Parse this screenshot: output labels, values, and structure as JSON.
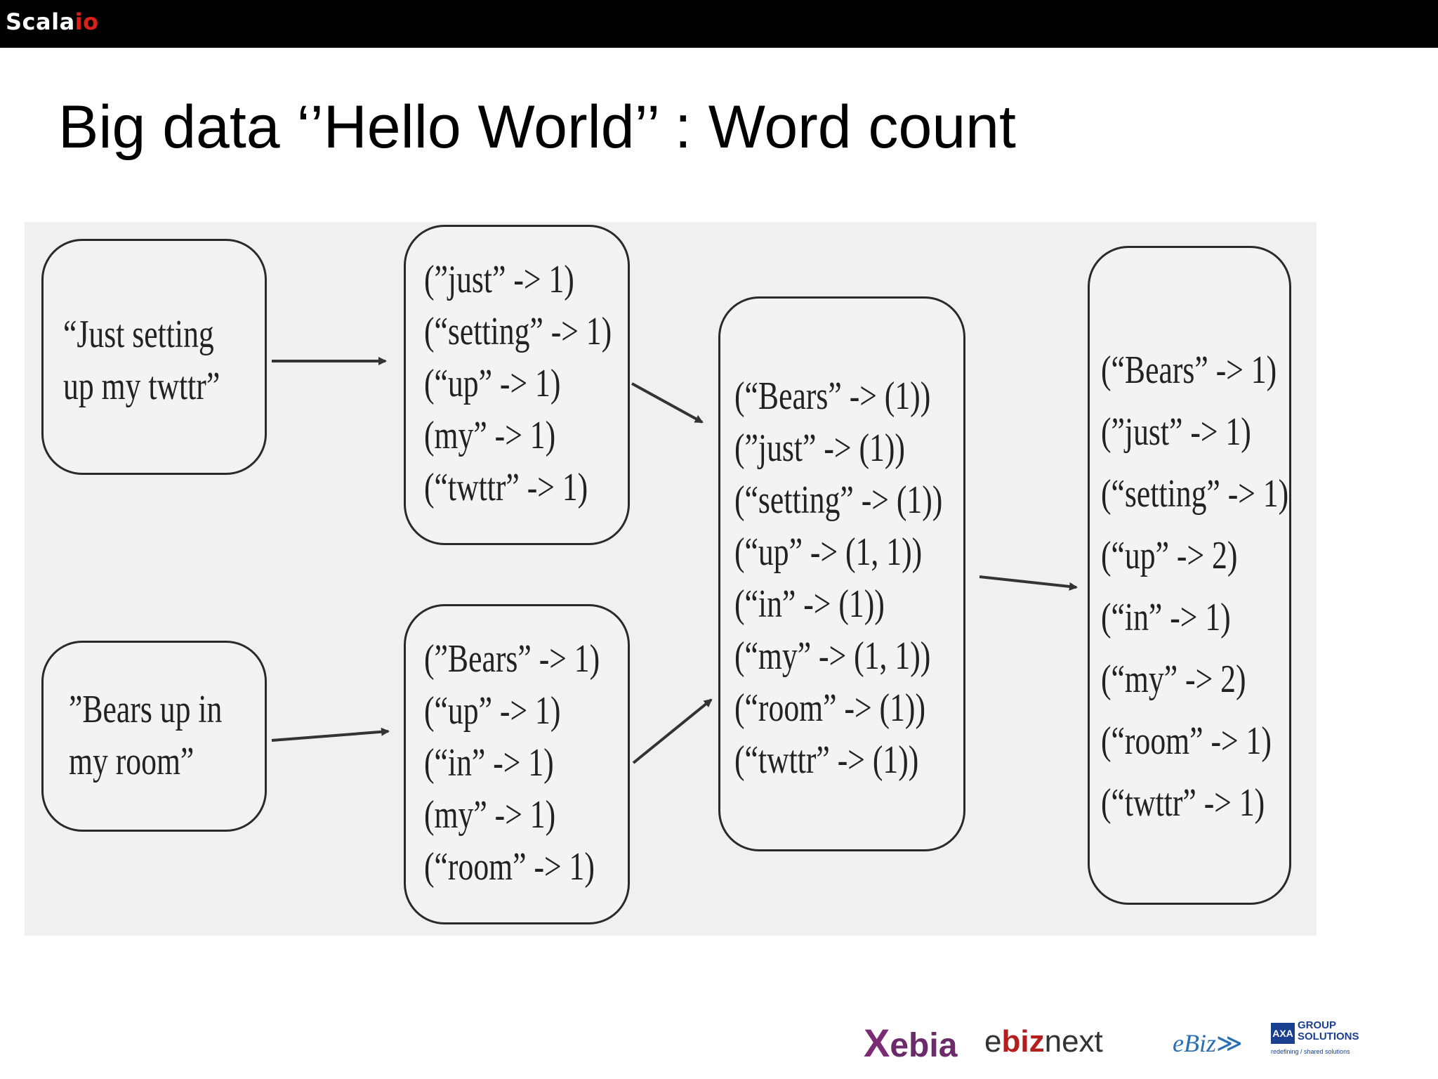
{
  "header": {
    "brand_prefix": "Scala",
    "brand_suffix": "io",
    "accent_color": "#d9201b"
  },
  "slide": {
    "title": "Big data ‘’Hello World’’ : Word count"
  },
  "diagram": {
    "inputs": [
      {
        "lines": [
          "“Just setting",
          "up my twttr”"
        ]
      },
      {
        "lines": [
          "”Bears up in",
          "my room”"
        ]
      }
    ],
    "map_outputs": [
      {
        "lines": [
          "(”just” -> 1)",
          "(“setting” -> 1)",
          "(“up” -> 1)",
          " (my” -> 1)",
          "(“twttr” -> 1)"
        ]
      },
      {
        "lines": [
          "(”Bears” -> 1)",
          "(“up” -> 1)",
          "(“in” -> 1)",
          " (my” -> 1)",
          "(“room” -> 1)"
        ]
      }
    ],
    "grouped": {
      "lines": [
        "(“Bears” -> (1))",
        "(”just” -> (1))",
        "(“setting” -> (1))",
        "(“up” -> (1, 1))",
        "(“in” -> (1))",
        "(“my” -> (1, 1))",
        "(“room” -> (1))",
        "(“twttr” -> (1))"
      ]
    },
    "reduced": {
      "lines": [
        "(“Bears” -> 1)",
        "(”just” -> 1)",
        "(“setting” -> 1)",
        "(“up” -> 2)",
        "(“in” -> 1)",
        "(“my” -> 2)",
        "(“room” -> 1)",
        "(“twttr” -> 1)"
      ]
    }
  },
  "footer_logos": {
    "xebia": "ebia",
    "xebia_x": "X",
    "ebiznext_e": "e",
    "ebiznext_biz": "biz",
    "ebiznext_next": "next",
    "ebiz": "eBiz",
    "axa_mark": "AXA",
    "axa_group": "GROUP",
    "axa_solutions": "SOLUTIONS",
    "axa_tagline": "redefining / shared solutions"
  }
}
